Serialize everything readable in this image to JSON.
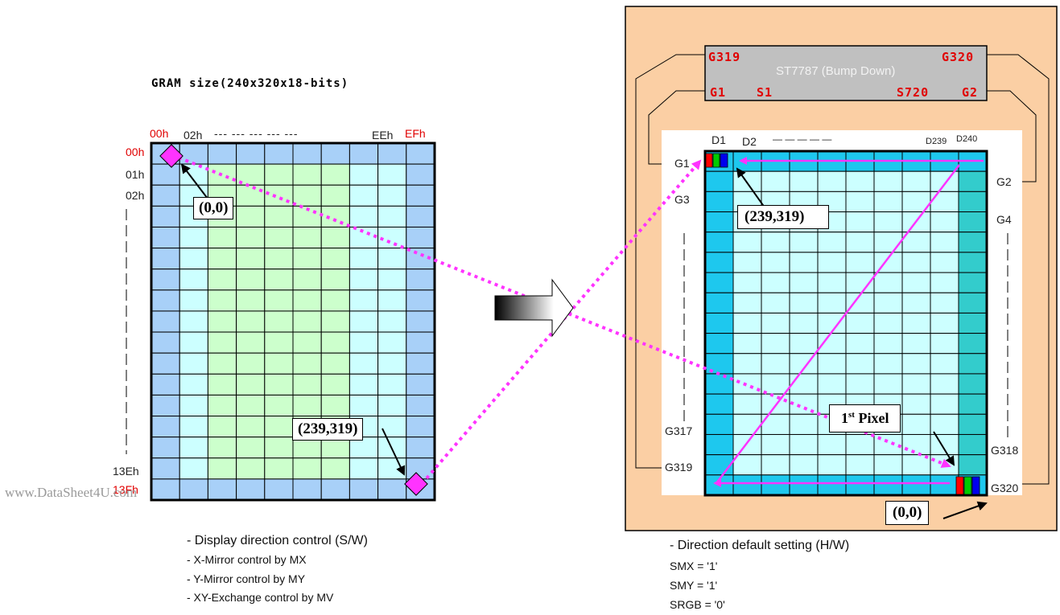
{
  "left": {
    "title": "GRAM size(240x320x18-bits)",
    "col_labels": {
      "first": "00h",
      "second": "02h",
      "dashes": "--- --- --- --- ---",
      "penult": "EEh",
      "last": "EFh"
    },
    "row_labels": {
      "r0": "00h",
      "r1": "01h",
      "r2": "02h",
      "r_penult": "13Eh",
      "r_last": "13Fh"
    },
    "origin_label": "(0,0)",
    "end_label": "(239,319)",
    "watermark": "www.DataSheet4U.com",
    "notes": {
      "header": "- Display direction control (S/W)",
      "items": [
        "- X-Mirror control by MX",
        "- Y-Mirror control by MY",
        "- XY-Exchange control by MV"
      ]
    }
  },
  "right": {
    "chip": {
      "name": "ST7787 (Bump Down)",
      "g319": "G319",
      "g320": "G320",
      "g1": "G1",
      "s1": "S1",
      "s720": "S720",
      "g2": "G2"
    },
    "col_labels": {
      "d1": "D1",
      "d2": "D2",
      "dashes": "—  —  —  —  —",
      "d239": "D239",
      "d240": "D240"
    },
    "gate_left": [
      "G1",
      "G3",
      "G317",
      "G319"
    ],
    "gate_right": [
      "G2",
      "G4",
      "G318",
      "G320"
    ],
    "end_label": "(239,319)",
    "first_pixel": {
      "base": "1",
      "sup": "st",
      "rest": " Pixel"
    },
    "origin_label": "(0,0)",
    "notes": {
      "header": "- Direction default setting (H/W)",
      "items": [
        "SMX = '1'",
        "SMY = '1'",
        "SRGB = '0'"
      ]
    }
  },
  "colors": {
    "outer_bg": "#fbcfa4",
    "cell_blue": "#a8d0f8",
    "cell_cyan": "#ccffff",
    "cell_green": "#ccffcc",
    "right_col": "#1ec8ee",
    "teal_col": "#33cccc",
    "magenta": "#ff33ff",
    "chip_gray": "#c0c0c0",
    "label_red": "#e00000"
  }
}
